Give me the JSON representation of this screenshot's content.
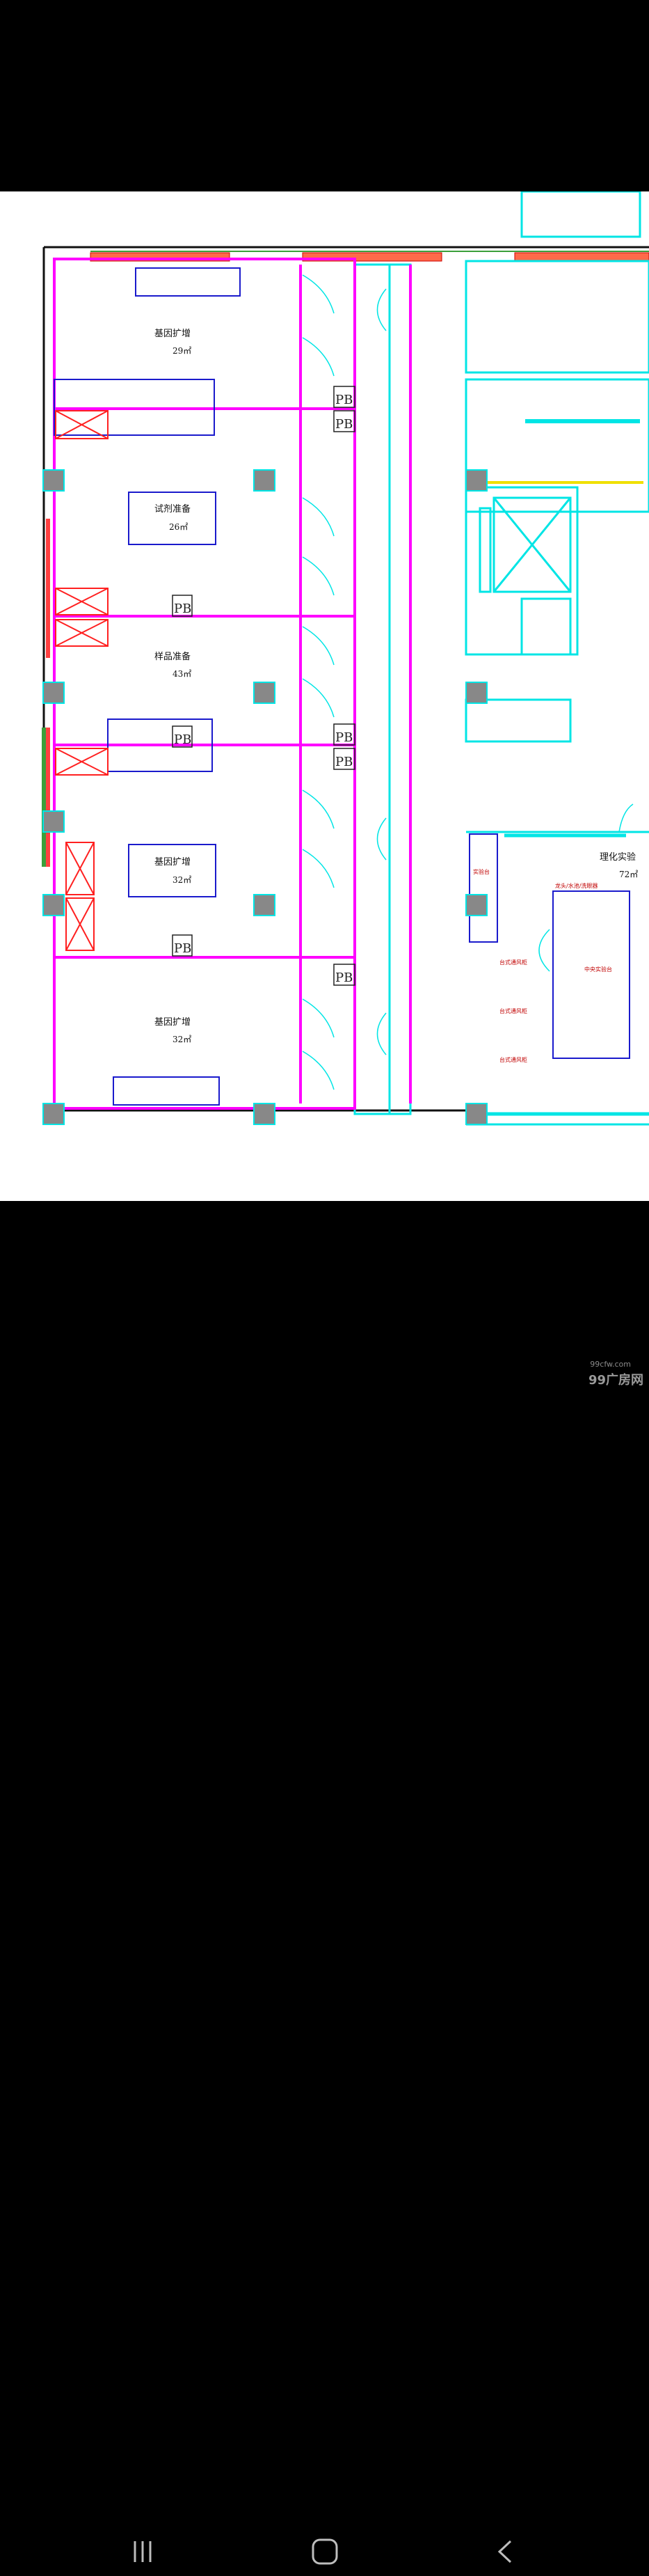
{
  "rooms": {
    "room1": {
      "name": "基因扩增",
      "area": "29㎡"
    },
    "room2": {
      "name": "试剂准备",
      "area": "26㎡"
    },
    "room3": {
      "name": "样品准备",
      "area": "43㎡"
    },
    "room4": {
      "name": "基因扩增",
      "area": "32㎡"
    },
    "room5": {
      "name": "基因扩增",
      "area": "32㎡"
    },
    "lab": {
      "name": "理化实验",
      "area": "72㎡"
    }
  },
  "pass_box_label": "PB",
  "lab_furniture": {
    "bench_label": "实验台",
    "fume_hood_label": "台式通风柜",
    "center_bench_top": "龙头/水池/洗眼器",
    "center_bench_label": "中央实验台"
  },
  "watermark": {
    "brand": "99广房网",
    "domain": "99cfw.com"
  },
  "colors": {
    "partition": "#ff00ff",
    "building": "#00e5e5",
    "furniture": "#1a1acc",
    "equipment": "#ff2020",
    "column": "#888888"
  }
}
